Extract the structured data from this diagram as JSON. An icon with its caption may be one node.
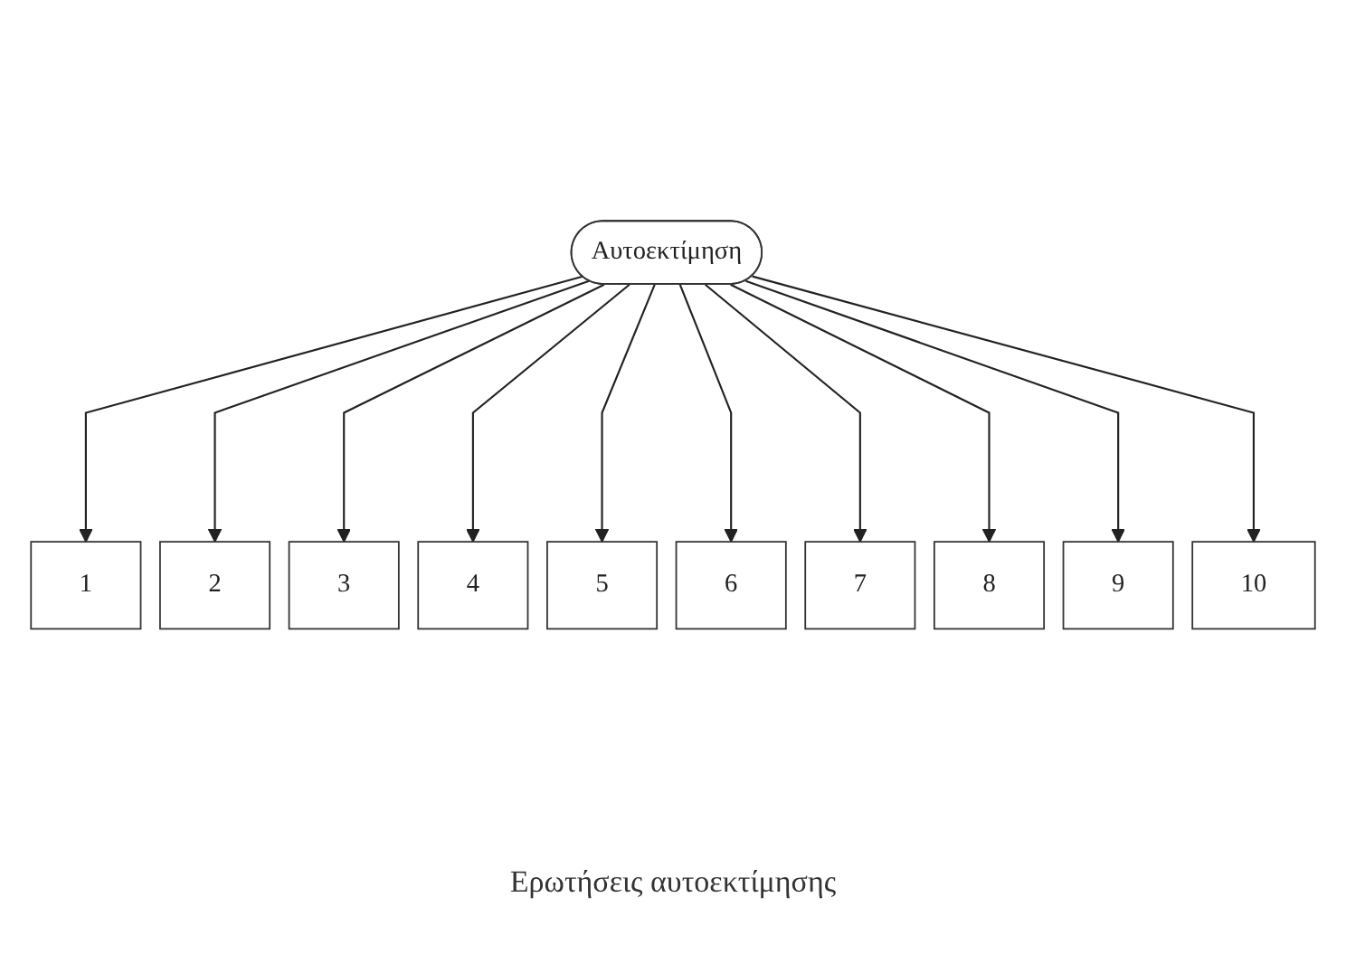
{
  "diagram": {
    "caption": "Ερωτήσεις αυτοεκτίμησης",
    "nodes": [
      {
        "text": [
          "Αυτοεκτίμηση"
        ]
      },
      {
        "text": [
          "1"
        ]
      },
      {
        "text": [
          "2"
        ]
      },
      {
        "text": [
          "3"
        ]
      },
      {
        "text": [
          "4"
        ]
      },
      {
        "text": [
          "5"
        ]
      },
      {
        "text": [
          "6"
        ]
      },
      {
        "text": [
          "7"
        ]
      },
      {
        "text": [
          "8"
        ]
      },
      {
        "text": [
          "9"
        ]
      },
      {
        "text": [
          "10"
        ]
      }
    ],
    "edges": [
      {
        "from": 0,
        "to": 1,
        "arrow": "to"
      },
      {
        "from": 0,
        "to": 2,
        "arrow": "to"
      },
      {
        "from": 0,
        "to": 3,
        "arrow": "to"
      },
      {
        "from": 0,
        "to": 4,
        "arrow": "to"
      },
      {
        "from": 0,
        "to": 5,
        "arrow": "to"
      },
      {
        "from": 0,
        "to": 6,
        "arrow": "to"
      },
      {
        "from": 0,
        "to": 7,
        "arrow": "to"
      },
      {
        "from": 0,
        "to": 8,
        "arrow": "to"
      },
      {
        "from": 0,
        "to": 9,
        "arrow": "to"
      },
      {
        "from": 0,
        "to": 10,
        "arrow": "to"
      }
    ]
  }
}
